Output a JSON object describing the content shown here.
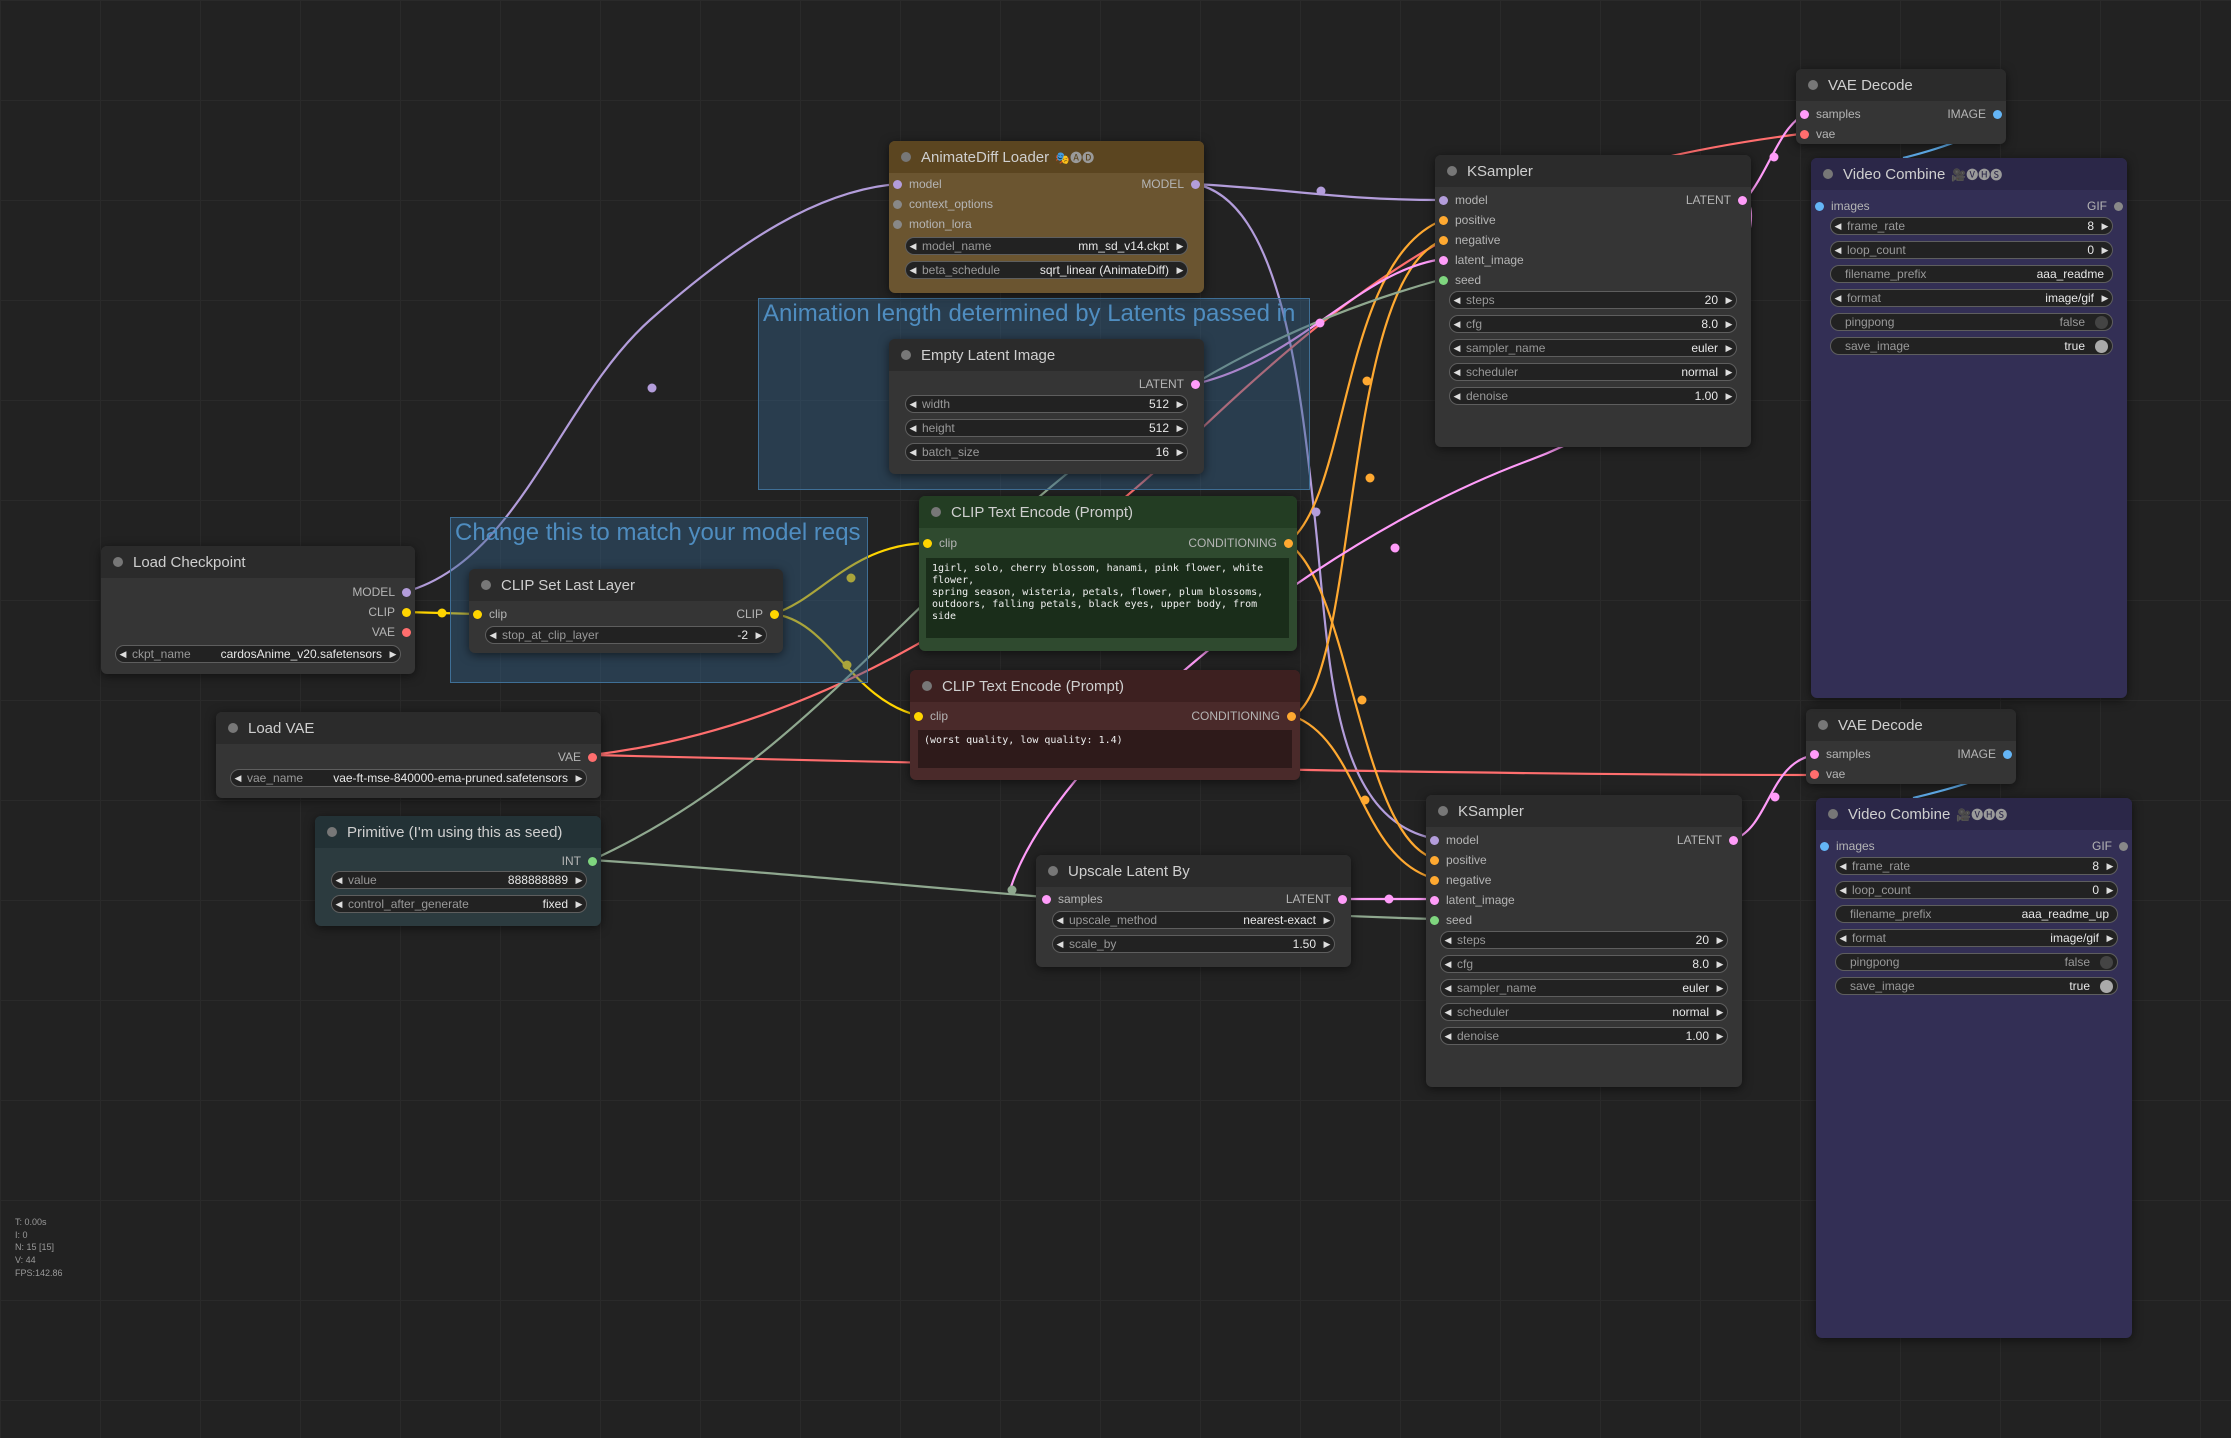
{
  "colors": {
    "model": "#b39ddb",
    "clip": "#ffd500",
    "vae": "#ff6e6e",
    "latent": "#ff9cf9",
    "conditioning": "#ffa931",
    "int": "#7fd67f",
    "image": "#64b5f6",
    "lora": "#808080"
  },
  "groups": {
    "animation": {
      "title": "Animation length determined by Latents passed in"
    },
    "model_reqs": {
      "title": "Change this to match your model reqs"
    }
  },
  "nodes": {
    "animatediff": {
      "title": "AnimateDiff Loader",
      "ext": "🎭🅐🅓",
      "inputs": [
        "model",
        "context_options",
        "motion_lora"
      ],
      "output": "MODEL",
      "widgets": [
        {
          "label": "model_name",
          "value": "mm_sd_v14.ckpt"
        },
        {
          "label": "beta_schedule",
          "value": "sqrt_linear (AnimateDiff)"
        }
      ]
    },
    "empty_latent": {
      "title": "Empty Latent Image",
      "output": "LATENT",
      "widgets": [
        {
          "label": "width",
          "value": "512"
        },
        {
          "label": "height",
          "value": "512"
        },
        {
          "label": "batch_size",
          "value": "16"
        }
      ]
    },
    "load_checkpoint": {
      "title": "Load Checkpoint",
      "outputs": [
        "MODEL",
        "CLIP",
        "VAE"
      ],
      "widgets": [
        {
          "label": "ckpt_name",
          "value": "cardosAnime_v20.safetensors"
        }
      ]
    },
    "clip_set_last_layer": {
      "title": "CLIP Set Last Layer",
      "input": "clip",
      "output": "CLIP",
      "widgets": [
        {
          "label": "stop_at_clip_layer",
          "value": "-2"
        }
      ]
    },
    "clip_pos": {
      "title": "CLIP Text Encode (Prompt)",
      "input": "clip",
      "output": "CONDITIONING",
      "text": "1girl, solo, cherry blossom, hanami, pink flower, white flower,\nspring season, wisteria, petals, flower, plum blossoms,\noutdoors, falling petals, black eyes, upper body, from side"
    },
    "clip_neg": {
      "title": "CLIP Text Encode (Prompt)",
      "input": "clip",
      "output": "CONDITIONING",
      "text": "(worst quality, low quality: 1.4)"
    },
    "load_vae": {
      "title": "Load VAE",
      "output": "VAE",
      "widgets": [
        {
          "label": "vae_name",
          "value": "vae-ft-mse-840000-ema-pruned.safetensors"
        }
      ]
    },
    "primitive": {
      "title": "Primitive (I'm using this as seed)",
      "output": "INT",
      "widgets": [
        {
          "label": "value",
          "value": "888888889"
        },
        {
          "label": "control_after_generate",
          "value": "fixed"
        }
      ]
    },
    "upscale_latent": {
      "title": "Upscale Latent By",
      "input": "samples",
      "output": "LATENT",
      "widgets": [
        {
          "label": "upscale_method",
          "value": "nearest-exact"
        },
        {
          "label": "scale_by",
          "value": "1.50"
        }
      ]
    },
    "ksampler1": {
      "title": "KSampler",
      "inputs": [
        "model",
        "positive",
        "negative",
        "latent_image",
        "seed"
      ],
      "output": "LATENT",
      "widgets": [
        {
          "label": "steps",
          "value": "20"
        },
        {
          "label": "cfg",
          "value": "8.0"
        },
        {
          "label": "sampler_name",
          "value": "euler"
        },
        {
          "label": "scheduler",
          "value": "normal"
        },
        {
          "label": "denoise",
          "value": "1.00"
        }
      ]
    },
    "ksampler2": {
      "title": "KSampler",
      "inputs": [
        "model",
        "positive",
        "negative",
        "latent_image",
        "seed"
      ],
      "output": "LATENT",
      "widgets": [
        {
          "label": "steps",
          "value": "20"
        },
        {
          "label": "cfg",
          "value": "8.0"
        },
        {
          "label": "sampler_name",
          "value": "euler"
        },
        {
          "label": "scheduler",
          "value": "normal"
        },
        {
          "label": "denoise",
          "value": "1.00"
        }
      ]
    },
    "vae_decode1": {
      "title": "VAE Decode",
      "inputs": [
        "samples",
        "vae"
      ],
      "output": "IMAGE"
    },
    "vae_decode2": {
      "title": "VAE Decode",
      "inputs": [
        "samples",
        "vae"
      ],
      "output": "IMAGE"
    },
    "video_combine1": {
      "title": "Video Combine",
      "ext": "🎥🅥🅗🅢",
      "input": "images",
      "output": "GIF",
      "widgets": [
        {
          "label": "frame_rate",
          "value": "8"
        },
        {
          "label": "loop_count",
          "value": "0"
        },
        {
          "label": "filename_prefix",
          "value": "aaa_readme"
        },
        {
          "label": "format",
          "value": "image/gif"
        },
        {
          "label": "pingpong",
          "value": "false"
        },
        {
          "label": "save_image",
          "value": "true"
        }
      ]
    },
    "video_combine2": {
      "title": "Video Combine",
      "ext": "🎥🅥🅗🅢",
      "input": "images",
      "output": "GIF",
      "widgets": [
        {
          "label": "frame_rate",
          "value": "8"
        },
        {
          "label": "loop_count",
          "value": "0"
        },
        {
          "label": "filename_prefix",
          "value": "aaa_readme_up"
        },
        {
          "label": "format",
          "value": "image/gif"
        },
        {
          "label": "pingpong",
          "value": "false"
        },
        {
          "label": "save_image",
          "value": "true"
        }
      ]
    }
  },
  "stats": [
    "T: 0.00s",
    "I: 0",
    "N: 15 [15]",
    "V: 44",
    "FPS:142.86"
  ]
}
